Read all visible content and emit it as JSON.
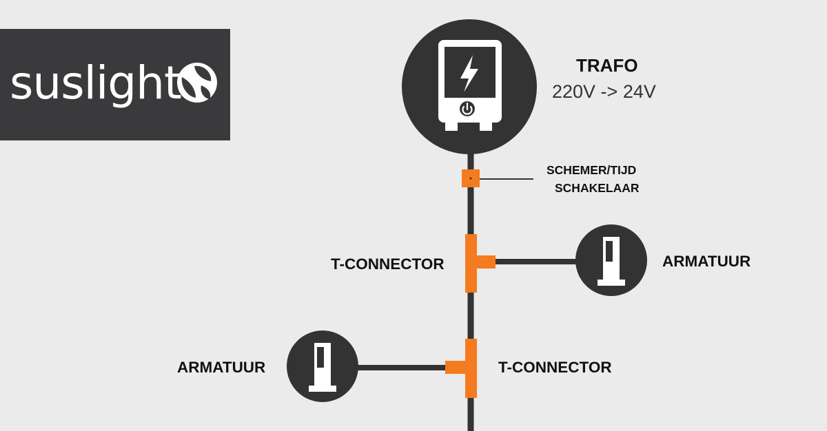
{
  "brand": {
    "name": "suslight",
    "background": "#3a3a3c",
    "text_color": "#ffffff"
  },
  "colors": {
    "background": "#ebebeb",
    "cable": "#333333",
    "connector": "#f47b20",
    "device": "#333333"
  },
  "transformer": {
    "title": "TRAFO",
    "spec": "220V -> 24V",
    "icon": "power-plug-icon"
  },
  "switch": {
    "line1": "SCHEMER/TIJD",
    "line2": "SCHAKELAAR"
  },
  "connectors": [
    {
      "label": "T-CONNECTOR"
    },
    {
      "label": "T-CONNECTOR"
    }
  ],
  "fixtures": [
    {
      "label": "ARMATUUR",
      "icon": "bollard-light-icon"
    },
    {
      "label": "ARMATUUR",
      "icon": "bollard-light-icon"
    }
  ]
}
